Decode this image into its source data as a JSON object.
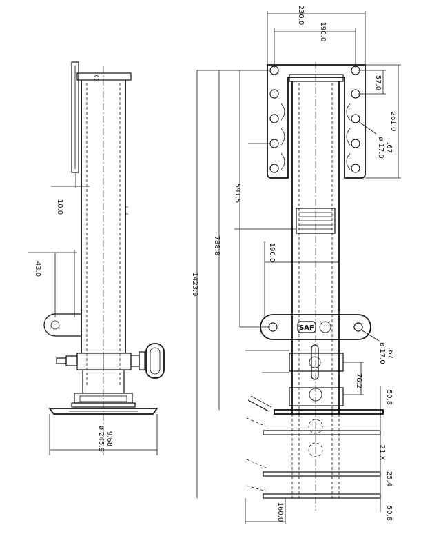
{
  "side_view": {
    "dims": {
      "offset_10": "10.0",
      "offset_43": "43.0",
      "foot_dia": "ø 245.9",
      "foot_dia_in": "9.68"
    }
  },
  "front_view": {
    "dims": {
      "top_width": "230.0",
      "bolt_span": "190.0",
      "bolt_pitch": "57.0",
      "plate_height": "261.0",
      "hole_dia": "ø 17.0",
      "hole_dia_in": ".67",
      "upper_travel": "591.5",
      "mid_height": "788.8",
      "total_height": "1423.9",
      "lower_bolt_span": "190.0",
      "hole_dia_2": "ø 17.0",
      "hole_dia_2_in": ".67",
      "pin_offset": "76.2",
      "foot_gap": "50.8",
      "steps": "21 X",
      "step_pitch": "25.4",
      "bottom_gap": "50.8",
      "foot_width": "160.0"
    },
    "plate": {
      "brand": "SAF"
    }
  }
}
